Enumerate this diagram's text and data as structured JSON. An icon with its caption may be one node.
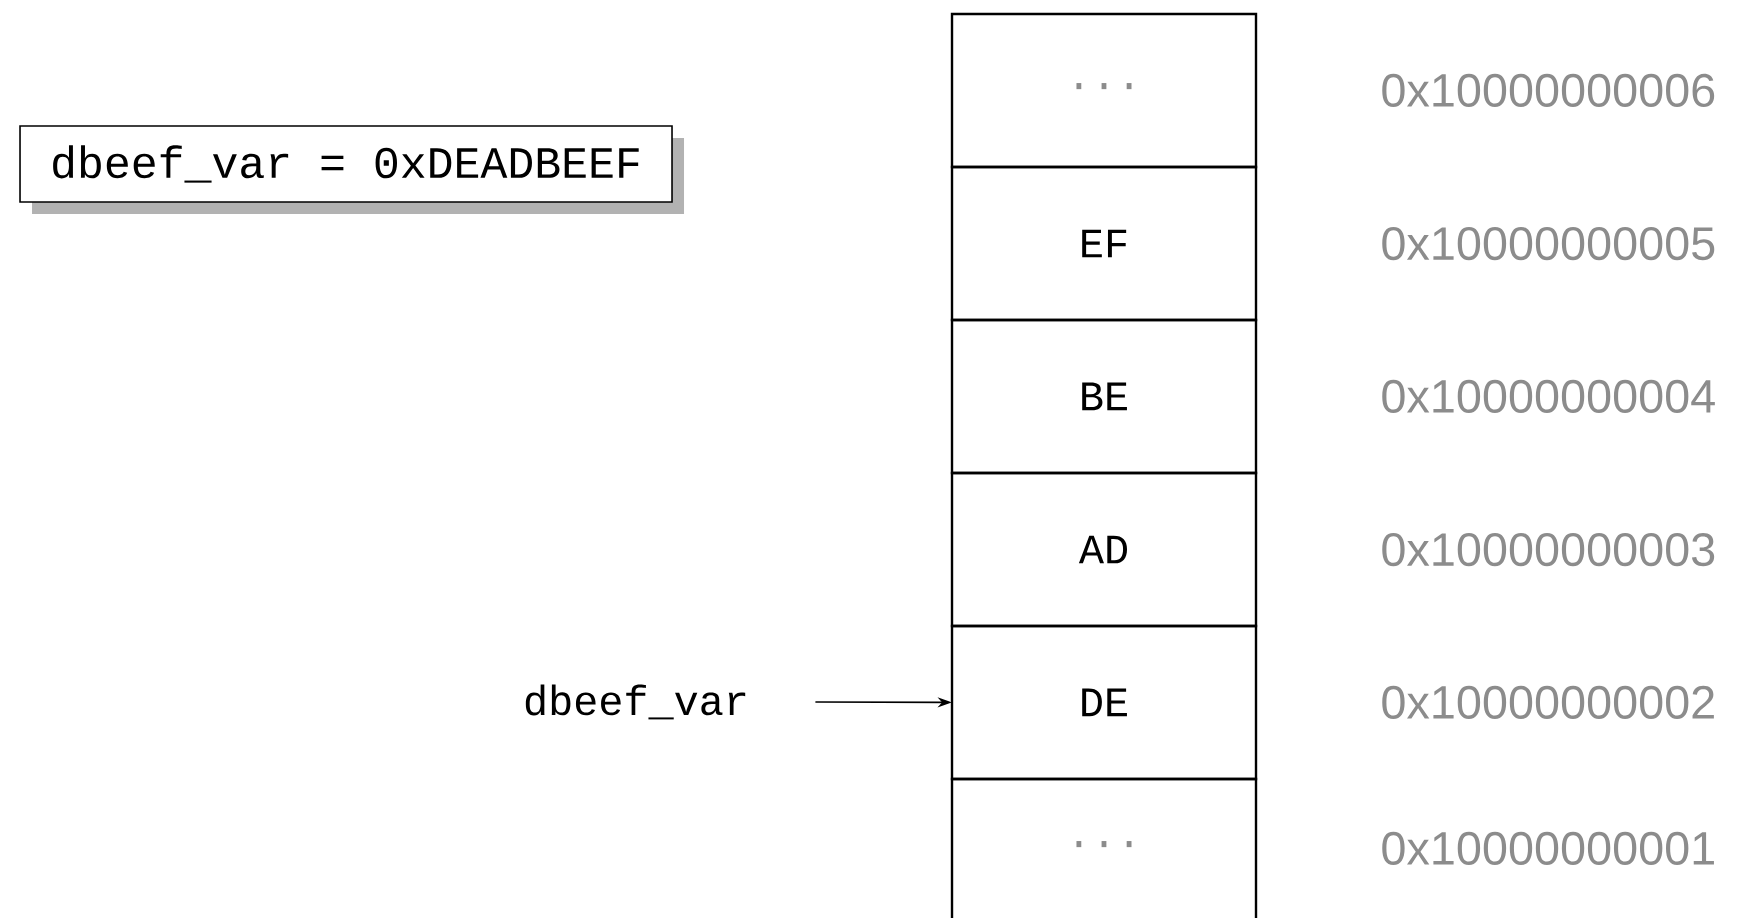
{
  "diagram": {
    "nodes": [
      {
        "text": [
          "dbeef_var = 0xDEADBEEF"
        ]
      },
      {
        "text": [
          "···"
        ],
        "beside": [
          "0x10000000006"
        ]
      },
      {
        "text": [
          "EF"
        ],
        "beside": [
          "0x10000000005"
        ]
      },
      {
        "text": [
          "BE"
        ],
        "beside": [
          "0x10000000004"
        ]
      },
      {
        "text": [
          "AD"
        ],
        "beside": [
          "0x10000000003"
        ]
      },
      {
        "text": [
          "DE"
        ],
        "beside": [
          "0x10000000002"
        ]
      },
      {
        "text": [
          "···"
        ],
        "beside": [
          "0x10000000001"
        ]
      },
      {
        "text": [
          "dbeef_var"
        ]
      }
    ],
    "edges": [
      {
        "from": 7,
        "to": 5,
        "arrow": "to"
      }
    ]
  }
}
